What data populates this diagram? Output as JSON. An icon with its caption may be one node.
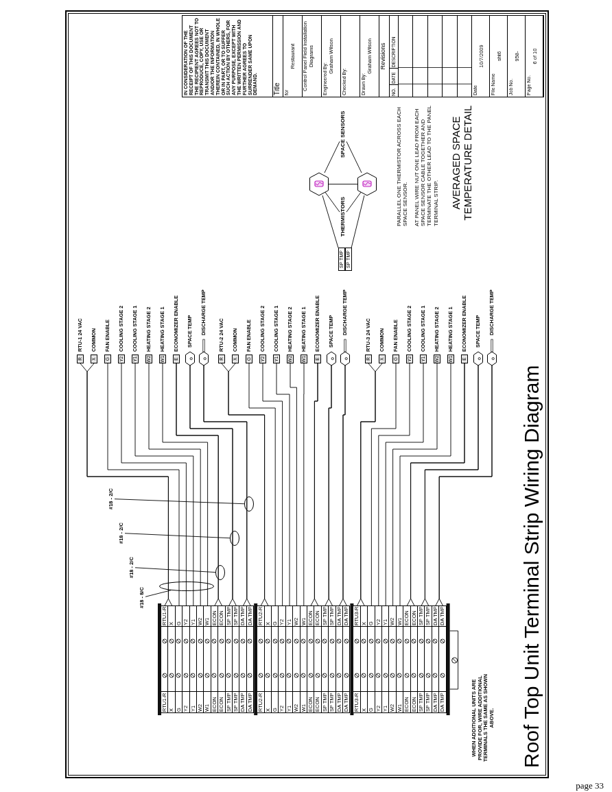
{
  "diagram": {
    "title": "Roof Top Unit Terminal Strip Wiring Diagram",
    "nodes": [
      {
        "text": [
          "RTU1-R",
          "RTU1-R"
        ]
      },
      {
        "text": [
          "X",
          "X"
        ]
      },
      {
        "text": [
          "G",
          "G"
        ]
      },
      {
        "text": [
          "Y2",
          "Y2"
        ]
      },
      {
        "text": [
          "Y1",
          "Y1"
        ]
      },
      {
        "text": [
          "W2",
          "W2"
        ]
      },
      {
        "text": [
          "W1",
          "W1"
        ]
      },
      {
        "text": [
          "ECON",
          "ECON"
        ]
      },
      {
        "text": [
          "ECON",
          "ECON"
        ]
      },
      {
        "text": [
          "SP TMP",
          "SP TMP"
        ]
      },
      {
        "text": [
          "SP TMP",
          "SP TMP"
        ]
      },
      {
        "text": [
          "DA TMP",
          "DA TMP"
        ]
      },
      {
        "text": [
          "DA TMP",
          "DA TMP"
        ]
      },
      {
        "text": [
          "RTU2-R",
          "RTU2-R"
        ]
      },
      {
        "text": [
          "X",
          "X"
        ]
      },
      {
        "text": [
          "G",
          "G"
        ]
      },
      {
        "text": [
          "Y2",
          "Y2"
        ]
      },
      {
        "text": [
          "Y1",
          "Y1"
        ]
      },
      {
        "text": [
          "W2",
          "W2"
        ]
      },
      {
        "text": [
          "W1",
          "W1"
        ]
      },
      {
        "text": [
          "ECON",
          "ECON"
        ]
      },
      {
        "text": [
          "ECON",
          "ECON"
        ]
      },
      {
        "text": [
          "SP TMP",
          "SP TMP"
        ]
      },
      {
        "text": [
          "SP TMP",
          "SP TMP"
        ]
      },
      {
        "text": [
          "DA TMP",
          "DA TMP"
        ]
      },
      {
        "text": [
          "DA TMP",
          "DA TMP"
        ]
      },
      {
        "text": [
          "RTU3-R",
          "RTU3-R"
        ]
      },
      {
        "text": [
          "X",
          "X"
        ]
      },
      {
        "text": [
          "G",
          "G"
        ]
      },
      {
        "text": [
          "Y2",
          "Y2"
        ]
      },
      {
        "text": [
          "Y1",
          "Y1"
        ]
      },
      {
        "text": [
          "W2",
          "W2"
        ]
      },
      {
        "text": [
          "W1",
          "W1"
        ]
      },
      {
        "text": [
          "ECON",
          "ECON"
        ]
      },
      {
        "text": [
          "ECON",
          "ECON"
        ]
      },
      {
        "text": [
          "SP TMP",
          "SP TMP"
        ]
      },
      {
        "text": [
          "SP TMP",
          "SP TMP"
        ]
      },
      {
        "text": [
          "DA TMP",
          "DA TMP"
        ]
      },
      {
        "text": [
          "DA TMP",
          "DA TMP"
        ]
      },
      {
        "text": [
          "R"
        ],
        "beside": [
          "RTU-1 24 VAC"
        ]
      },
      {
        "text": [
          "X"
        ],
        "beside": [
          "COMMON"
        ]
      },
      {
        "text": [
          "G"
        ],
        "beside": [
          "FAN ENABLE"
        ]
      },
      {
        "text": [
          "Y2"
        ],
        "beside": [
          "COOLING STAGE 2"
        ]
      },
      {
        "text": [
          "Y1"
        ],
        "beside": [
          "COOLING STAGE 1"
        ]
      },
      {
        "text": [
          "W2"
        ],
        "beside": [
          "HEATING STAGE 2"
        ]
      },
      {
        "text": [
          "W1"
        ],
        "beside": [
          "HEATING STAGE 1"
        ]
      },
      {
        "text": [
          "E"
        ],
        "beside": [
          "ECONOMIZER ENABLE"
        ]
      },
      {
        "text": [],
        "shape": "hexagon",
        "beside": [
          "SPACE TEMP"
        ]
      },
      {
        "text": [],
        "shape": "hexagon",
        "beside": [
          "DISCHARGE TEMP"
        ]
      },
      {
        "text": [
          "R"
        ],
        "beside": [
          "RTU-2 24 VAC"
        ]
      },
      {
        "text": [
          "X"
        ],
        "beside": [
          "COMMON"
        ]
      },
      {
        "text": [
          "G"
        ],
        "beside": [
          "FAN ENABLE"
        ]
      },
      {
        "text": [
          "Y2"
        ],
        "beside": [
          "COOLING STAGE 2"
        ]
      },
      {
        "text": [
          "Y1"
        ],
        "beside": [
          "COOLING STAGE 1"
        ]
      },
      {
        "text": [
          "W2"
        ],
        "beside": [
          "HEATING STAGE 2"
        ]
      },
      {
        "text": [
          "W1"
        ],
        "beside": [
          "HEATING STAGE 1"
        ]
      },
      {
        "text": [
          "E"
        ],
        "beside": [
          "ECONOMIZER ENABLE"
        ]
      },
      {
        "text": [],
        "shape": "hexagon",
        "beside": [
          "SPACE TEMP"
        ]
      },
      {
        "text": [],
        "shape": "hexagon",
        "beside": [
          "DISCHARGE TEMP"
        ]
      },
      {
        "text": [
          "R"
        ],
        "beside": [
          "RTU-3 24 VAC"
        ]
      },
      {
        "text": [
          "X"
        ],
        "beside": [
          "COMMON"
        ]
      },
      {
        "text": [
          "G"
        ],
        "beside": [
          "FAN ENABLE"
        ]
      },
      {
        "text": [
          "Y2"
        ],
        "beside": [
          "COOLING STAGE 2"
        ]
      },
      {
        "text": [
          "Y1"
        ],
        "beside": [
          "COOLING STAGE 1"
        ]
      },
      {
        "text": [
          "W2"
        ],
        "beside": [
          "HEATING STAGE 2"
        ]
      },
      {
        "text": [
          "W1"
        ],
        "beside": [
          "HEATING STAGE 1"
        ]
      },
      {
        "text": [
          "E"
        ],
        "beside": [
          "ECONOMIZER ENABLE"
        ]
      },
      {
        "text": [],
        "shape": "hexagon",
        "beside": [
          "SPACE TEMP"
        ]
      },
      {
        "text": [],
        "shape": "hexagon",
        "beside": [
          "DISCHARGE TEMP"
        ]
      },
      {
        "text": [
          "#18 - 8/C"
        ]
      },
      {
        "text": [
          "#18 - 2/C"
        ]
      },
      {
        "text": [
          "#18 - 2/C"
        ]
      },
      {
        "text": [
          "#18 - 2/C"
        ]
      },
      {
        "text": [],
        "shape": "ellipse"
      },
      {
        "text": [],
        "shape": "ellipse"
      },
      {
        "text": [],
        "shape": "ellipse"
      },
      {
        "text": [],
        "shape": "ellipse"
      },
      {
        "text": [
          "SP TMP"
        ]
      },
      {
        "text": [
          "SP TMP"
        ]
      },
      {
        "text": [],
        "shape": "hexagon"
      },
      {
        "text": [],
        "shape": "hexagon"
      },
      {
        "text": [],
        "shape": "resistor",
        "in": 79
      },
      {
        "text": [],
        "shape": "resistor",
        "in": 80
      },
      {
        "text": [
          "SPACE SENSORS"
        ]
      },
      {
        "text": [
          "THERMISTORS"
        ]
      }
    ],
    "edges": [
      {
        "from": 0,
        "to": 39,
        "arrow": "none"
      },
      {
        "from": 1,
        "to": 40,
        "arrow": "none"
      },
      {
        "from": 2,
        "to": 41,
        "arrow": "none"
      },
      {
        "from": 3,
        "to": 42,
        "arrow": "none"
      },
      {
        "from": 4,
        "to": 43,
        "arrow": "none"
      },
      {
        "from": 5,
        "to": 44,
        "arrow": "none"
      },
      {
        "from": 6,
        "to": 45,
        "arrow": "none"
      },
      {
        "from": 7,
        "to": 46,
        "arrow": "none"
      },
      {
        "from": 8,
        "to": 46,
        "arrow": "none"
      },
      {
        "from": 9,
        "to": 47,
        "arrow": "none"
      },
      {
        "from": 10,
        "to": 47,
        "arrow": "none"
      },
      {
        "from": 11,
        "to": 48,
        "arrow": "none"
      },
      {
        "from": 12,
        "to": 48,
        "arrow": "none"
      },
      {
        "from": 13,
        "to": 49,
        "arrow": "none"
      },
      {
        "from": 14,
        "to": 50,
        "arrow": "none"
      },
      {
        "from": 15,
        "to": 51,
        "arrow": "none"
      },
      {
        "from": 16,
        "to": 52,
        "arrow": "none"
      },
      {
        "from": 17,
        "to": 53,
        "arrow": "none"
      },
      {
        "from": 18,
        "to": 54,
        "arrow": "none"
      },
      {
        "from": 19,
        "to": 55,
        "arrow": "none"
      },
      {
        "from": 20,
        "to": 56,
        "arrow": "none"
      },
      {
        "from": 21,
        "to": 56,
        "arrow": "none"
      },
      {
        "from": 22,
        "to": 57,
        "arrow": "none"
      },
      {
        "from": 23,
        "to": 57,
        "arrow": "none"
      },
      {
        "from": 24,
        "to": 58,
        "arrow": "none"
      },
      {
        "from": 25,
        "to": 58,
        "arrow": "none"
      },
      {
        "from": 26,
        "to": 59,
        "arrow": "none"
      },
      {
        "from": 27,
        "to": 60,
        "arrow": "none"
      },
      {
        "from": 28,
        "to": 61,
        "arrow": "none"
      },
      {
        "from": 29,
        "to": 62,
        "arrow": "none"
      },
      {
        "from": 30,
        "to": 63,
        "arrow": "none"
      },
      {
        "from": 31,
        "to": 64,
        "arrow": "none"
      },
      {
        "from": 32,
        "to": 65,
        "arrow": "none"
      },
      {
        "from": 33,
        "to": 66,
        "arrow": "none"
      },
      {
        "from": 34,
        "to": 66,
        "arrow": "none"
      },
      {
        "from": 35,
        "to": 67,
        "arrow": "none"
      },
      {
        "from": 36,
        "to": 67,
        "arrow": "none"
      },
      {
        "from": 37,
        "to": 68,
        "arrow": "none"
      },
      {
        "from": 38,
        "to": 68,
        "arrow": "none"
      },
      {
        "from": 69,
        "to": 73,
        "arrow": "none"
      },
      {
        "from": 70,
        "to": 74,
        "arrow": "none"
      },
      {
        "from": 71,
        "to": 75,
        "arrow": "none"
      },
      {
        "from": 72,
        "to": 76,
        "arrow": "none"
      },
      {
        "from": 77,
        "to": 79,
        "arrow": "none"
      },
      {
        "from": 78,
        "to": 80,
        "arrow": "none"
      },
      {
        "from": 79,
        "to": 80,
        "arrow": "none"
      },
      {
        "from": 83,
        "to": 79,
        "arrow": "none"
      },
      {
        "from": 83,
        "to": 80,
        "arrow": "none"
      },
      {
        "from": 84,
        "to": 81,
        "arrow": "none"
      },
      {
        "from": 84,
        "to": 82,
        "arrow": "none"
      }
    ],
    "labels": [
      "WHEN ADDITIONAL UNITS ARE PROVIDE FOR, WIRE ADDITIONAL TERMINALS THE SAME AS SHOWN ABOVE.",
      "PARALLEL ONE THERMISTOR ACROSS EACH SPACE SENSOR.",
      "AT PANEL WIRE NUT ONE LEAD FROM EACH SPACE SENSOR CABLE TOGETHER AND TERMINATE THE OTHER LEAD TO THE PANEL TERMINAL STRIP.",
      "AVERAGED SPACE TEMPERATURE DETAIL",
      "IN CONSIDERATION OF THE RECEIPT OF THIS DOCUMENT THE RECIPIENT AGREES NOT TO REPRODUCE, COPY, USE OR TRANSMIT THIS DOCUMENT AND/OR THE INFORMATION THEREIN CONTAINED, IN WHOLE OR IN PART, OR TO SUFFER SUCH ACTION BY OTHERS, FOR ANY PURPOSE, EXCEPT WITH THE WRITTEN PERMISSION AND FURTHER AGREES TO SURRENDER SAME UPON DEMAND.",
      "Title",
      "for",
      "Restaurant",
      "Control Panel Field Installation Diagrams",
      "Engineered By:",
      "Graham Wilson",
      "Checked By:",
      "Drawn By:",
      "Graham Wilson",
      "Revisions",
      "NO.",
      "DATE",
      "DESCRIPTION",
      "Date",
      "10/7/2009",
      "File Name",
      "sht6",
      "Job No.",
      "958-",
      "Page No.",
      "6 of 10",
      "page 33"
    ]
  }
}
